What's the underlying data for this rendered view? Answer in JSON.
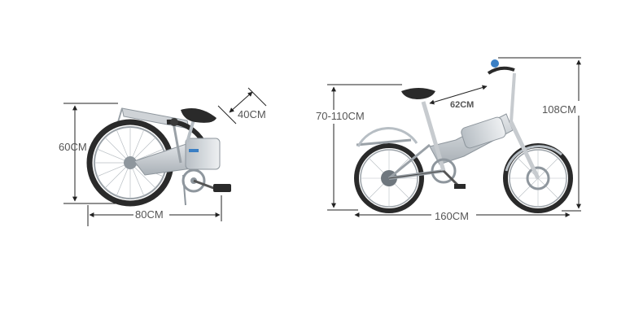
{
  "folded": {
    "height_label": "60CM",
    "width_label": "40CM",
    "length_label": "80CM"
  },
  "unfolded": {
    "seat_height_label": "70-110CM",
    "reach_label": "62CM",
    "height_label": "108CM",
    "length_label": "160CM"
  },
  "colors": {
    "dimension_line": "#222222",
    "label": "#555555",
    "frame_silver": "#c7cbcf",
    "frame_dark": "#8e969d",
    "tire": "#2a2a2a",
    "battery_accent": "#3a7fc4"
  }
}
